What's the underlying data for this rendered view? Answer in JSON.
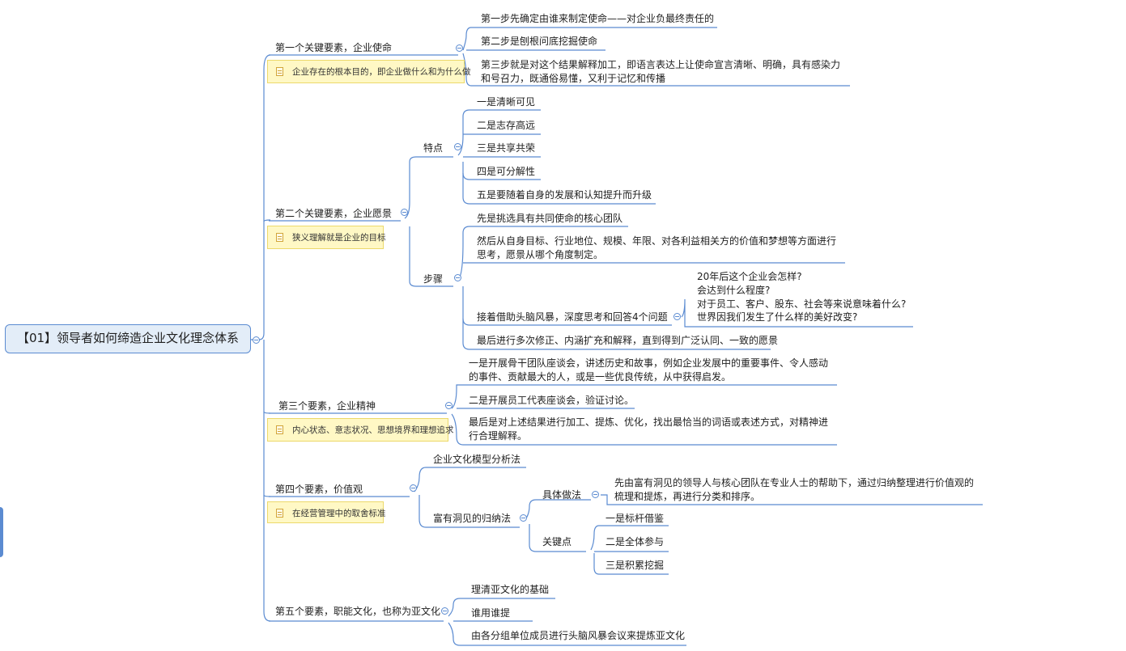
{
  "root": "【01】领导者如何缔造企业文化理念体系",
  "b1": {
    "title": "第一个关键要素，企业使命",
    "note": "企业存在的根本目的，即企业做什么和为什么做",
    "items": [
      "第一步先确定由谁来制定使命——对企业负最终责任的",
      "第二步是刨根问底挖掘使命",
      "第三步就是对这个结果解释加工，即语言表达上让使命宣言清晰、明确，具有感染力和号召力，既通俗易懂，又利于记忆和传播"
    ]
  },
  "b2": {
    "title": "第二个关键要素，企业愿景",
    "note": "狭义理解就是企业的目标",
    "feature": "特点",
    "features": [
      "一是清晰可见",
      "二是志存高远",
      "三是共享共荣",
      "四是可分解性",
      "五是要随着自身的发展和认知提升而升级"
    ],
    "steps": "步骤",
    "step1": "先是挑选具有共同使命的核心团队",
    "step2": "然后从自身目标、行业地位、规模、年限、对各利益相关方的价值和梦想等方面进行思考，愿景从哪个角度制定。",
    "step3": "接着借助头脑风暴，深度思考和回答4个问题",
    "q1": "20年后这个企业会怎样?",
    "q2": "会达到什么程度?",
    "q3": "对于员工、客户、股东、社会等来说意味着什么?",
    "q4": "世界因我们发生了什么样的美好改变?",
    "step4": "最后进行多次修正、内涵扩充和解释，直到得到广泛认同、一致的愿景"
  },
  "b3": {
    "title": "第三个要素，企业精神",
    "note": "内心状态、意志状况、思想境界和理想追求",
    "items": [
      "一是开展骨干团队座谈会，讲述历史和故事，例如企业发展中的重要事件、令人感动的事件、贡献最大的人，或是一些优良传统，从中获得启发。",
      "二是开展员工代表座谈会，验证讨论。",
      "最后是对上述结果进行加工、提炼、优化，找出最恰当的词语或表述方式，对精神进行合理解释。"
    ]
  },
  "b4": {
    "title": "第四个要素，价值观",
    "note": "在经营管理中的取舍标准",
    "model": "企业文化模型分析法",
    "induct": "富有洞见的归纳法",
    "practice": "具体做法",
    "practiceText": "先由富有洞见的领导人与核心团队在专业人士的帮助下，通过归纳整理进行价值观的梳理和提炼，再进行分类和排序。",
    "key": "关键点",
    "keys": [
      "一是标杆借鉴",
      "二是全体参与",
      "三是积累挖掘"
    ]
  },
  "b5": {
    "title": "第五个要素，职能文化，也称为亚文化",
    "items": [
      "理清亚文化的基础",
      "谁用谁提",
      "由各分组单位成员进行头脑风暴会议来提炼亚文化"
    ]
  },
  "colors": {
    "line": "#5b8bd1",
    "note_bg": "#fff8c5",
    "root_bg": "#e3edf8"
  }
}
